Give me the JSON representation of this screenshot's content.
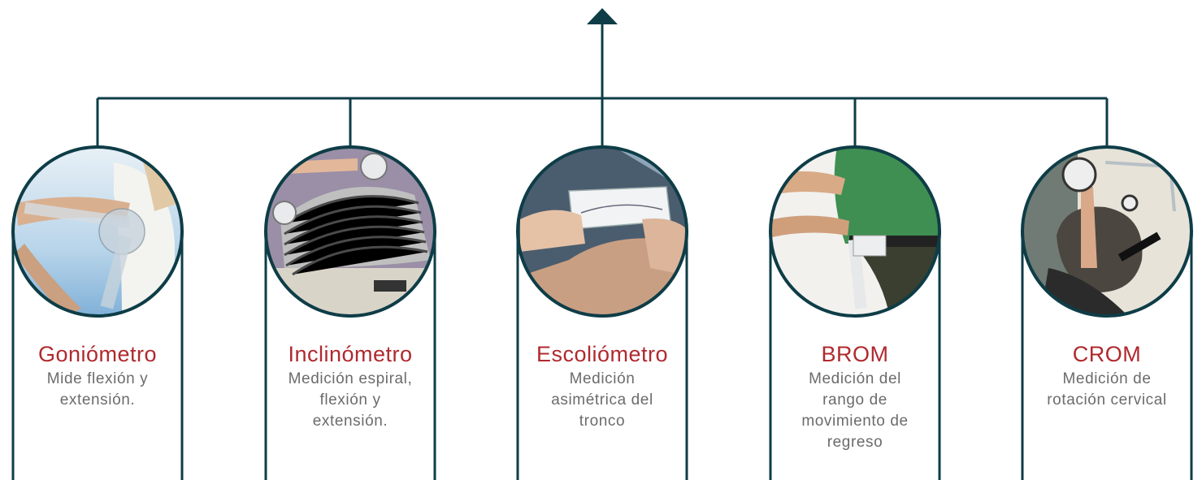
{
  "colors": {
    "line": "#0e3d47",
    "title": "#b0292e",
    "description": "#6b6b6b",
    "background": "#ffffff"
  },
  "tools": [
    {
      "title": "Goniómetro",
      "description_lines": [
        "Mide flexión y",
        "extensión."
      ],
      "photo": "goniometer-arm-photo"
    },
    {
      "title": "Inclinómetro",
      "description_lines": [
        "Medición espiral,",
        "flexión y",
        "extensión."
      ],
      "photo": "inclinometer-back-photo"
    },
    {
      "title": "Escoliómetro",
      "description_lines": [
        "Medición",
        "asimétrica del",
        "tronco"
      ],
      "photo": "scoliometer-photo"
    },
    {
      "title": "BROM",
      "description_lines": [
        "Medición del",
        "rango de",
        "movimiento de",
        "regreso"
      ],
      "photo": "brom-device-photo"
    },
    {
      "title": "CROM",
      "description_lines": [
        "Medición de",
        "rotación cervical"
      ],
      "photo": "crom-headset-photo"
    }
  ]
}
